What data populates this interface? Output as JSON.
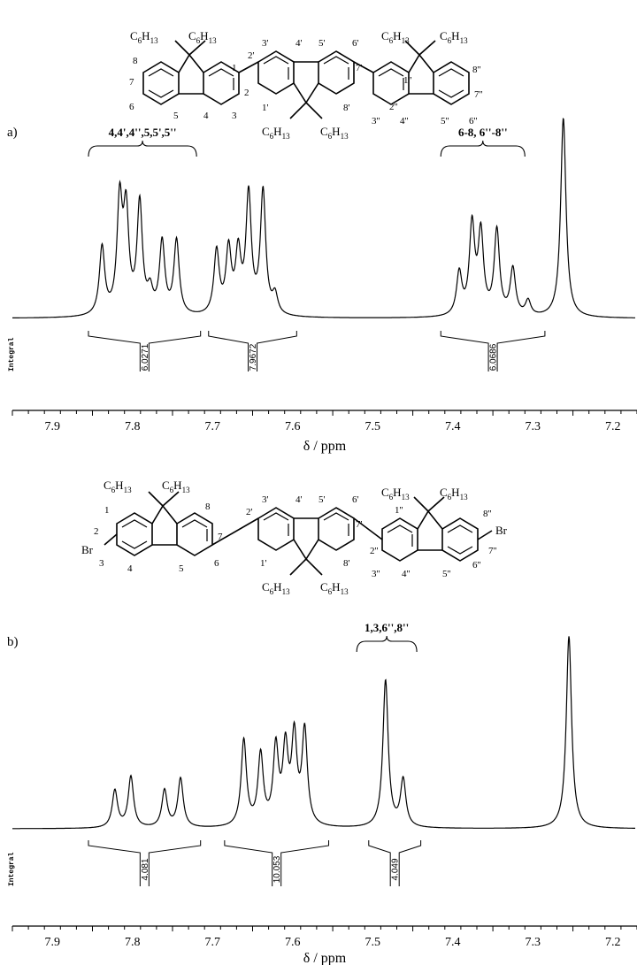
{
  "chart_data": [
    {
      "type": "line",
      "panel_label": "a)",
      "xlabel": "δ / ppm",
      "xlim": [
        7.95,
        7.17
      ],
      "x_reversed": true,
      "x_ticks": [
        7.9,
        7.8,
        7.7,
        7.6,
        7.5,
        7.4,
        7.3,
        7.2
      ],
      "integral_axis_label": "Integral",
      "peaks": [
        {
          "ppm": 7.838,
          "height": 0.32
        },
        {
          "ppm": 7.816,
          "height": 0.52
        },
        {
          "ppm": 7.808,
          "height": 0.46
        },
        {
          "ppm": 7.791,
          "height": 0.52
        },
        {
          "ppm": 7.778,
          "height": 0.1
        },
        {
          "ppm": 7.763,
          "height": 0.34
        },
        {
          "ppm": 7.745,
          "height": 0.35
        },
        {
          "ppm": 7.695,
          "height": 0.3
        },
        {
          "ppm": 7.68,
          "height": 0.3
        },
        {
          "ppm": 7.668,
          "height": 0.28
        },
        {
          "ppm": 7.655,
          "height": 0.56
        },
        {
          "ppm": 7.637,
          "height": 0.58
        },
        {
          "ppm": 7.622,
          "height": 0.09
        },
        {
          "ppm": 7.392,
          "height": 0.2
        },
        {
          "ppm": 7.376,
          "height": 0.42
        },
        {
          "ppm": 7.365,
          "height": 0.38
        },
        {
          "ppm": 7.345,
          "height": 0.4
        },
        {
          "ppm": 7.325,
          "height": 0.22
        },
        {
          "ppm": 7.306,
          "height": 0.07
        },
        {
          "ppm": 7.262,
          "height": 0.94
        }
      ],
      "annotations": [
        {
          "text": "4,4',4'',5,5',5''",
          "from": 7.855,
          "to": 7.72
        },
        {
          "text": "6-8, 6''-8''",
          "from": 7.415,
          "to": 7.31
        }
      ],
      "integrals": [
        {
          "from": 7.855,
          "to": 7.715,
          "value": "6.0271"
        },
        {
          "from": 7.705,
          "to": 7.595,
          "value": "7.9672"
        },
        {
          "from": 7.415,
          "to": 7.285,
          "value": "6.0686"
        }
      ]
    },
    {
      "type": "line",
      "panel_label": "b)",
      "xlabel": "δ / ppm",
      "xlim": [
        7.95,
        7.17
      ],
      "x_reversed": true,
      "x_ticks": [
        7.9,
        7.8,
        7.7,
        7.6,
        7.5,
        7.4,
        7.3,
        7.2
      ],
      "integral_axis_label": "Integral",
      "peaks": [
        {
          "ppm": 7.822,
          "height": 0.19
        },
        {
          "ppm": 7.802,
          "height": 0.26
        },
        {
          "ppm": 7.76,
          "height": 0.19
        },
        {
          "ppm": 7.74,
          "height": 0.25
        },
        {
          "ppm": 7.661,
          "height": 0.44
        },
        {
          "ppm": 7.64,
          "height": 0.36
        },
        {
          "ppm": 7.621,
          "height": 0.39
        },
        {
          "ppm": 7.609,
          "height": 0.38
        },
        {
          "ppm": 7.598,
          "height": 0.44
        },
        {
          "ppm": 7.585,
          "height": 0.48
        },
        {
          "ppm": 7.484,
          "height": 0.75
        },
        {
          "ppm": 7.462,
          "height": 0.24
        },
        {
          "ppm": 7.255,
          "height": 0.98
        }
      ],
      "annotations": [
        {
          "text": "1,3,6'',8''",
          "from": 7.52,
          "to": 7.445
        }
      ],
      "integrals": [
        {
          "from": 7.855,
          "to": 7.715,
          "value": "4.081"
        },
        {
          "from": 7.685,
          "to": 7.555,
          "value": "10.053"
        },
        {
          "from": 7.505,
          "to": 7.44,
          "value": "4.049"
        }
      ]
    }
  ],
  "structures": {
    "a": {
      "substituent": "C6H13",
      "labels": [
        "1",
        "2",
        "3",
        "4",
        "5",
        "6",
        "7",
        "8",
        "1'",
        "2'",
        "3'",
        "4'",
        "5'",
        "6'",
        "7'",
        "8'",
        "1''",
        "2''",
        "3''",
        "4''",
        "5''",
        "6''",
        "7''",
        "8''"
      ]
    },
    "b": {
      "substituent": "C6H13",
      "halogen": "Br",
      "labels": [
        "1",
        "2",
        "3",
        "4",
        "5",
        "6",
        "7",
        "8",
        "1'",
        "2'",
        "3'",
        "4'",
        "5'",
        "6'",
        "7'",
        "8'",
        "1''",
        "2''",
        "3''",
        "4''",
        "5''",
        "6''",
        "7''",
        "8''"
      ]
    }
  }
}
